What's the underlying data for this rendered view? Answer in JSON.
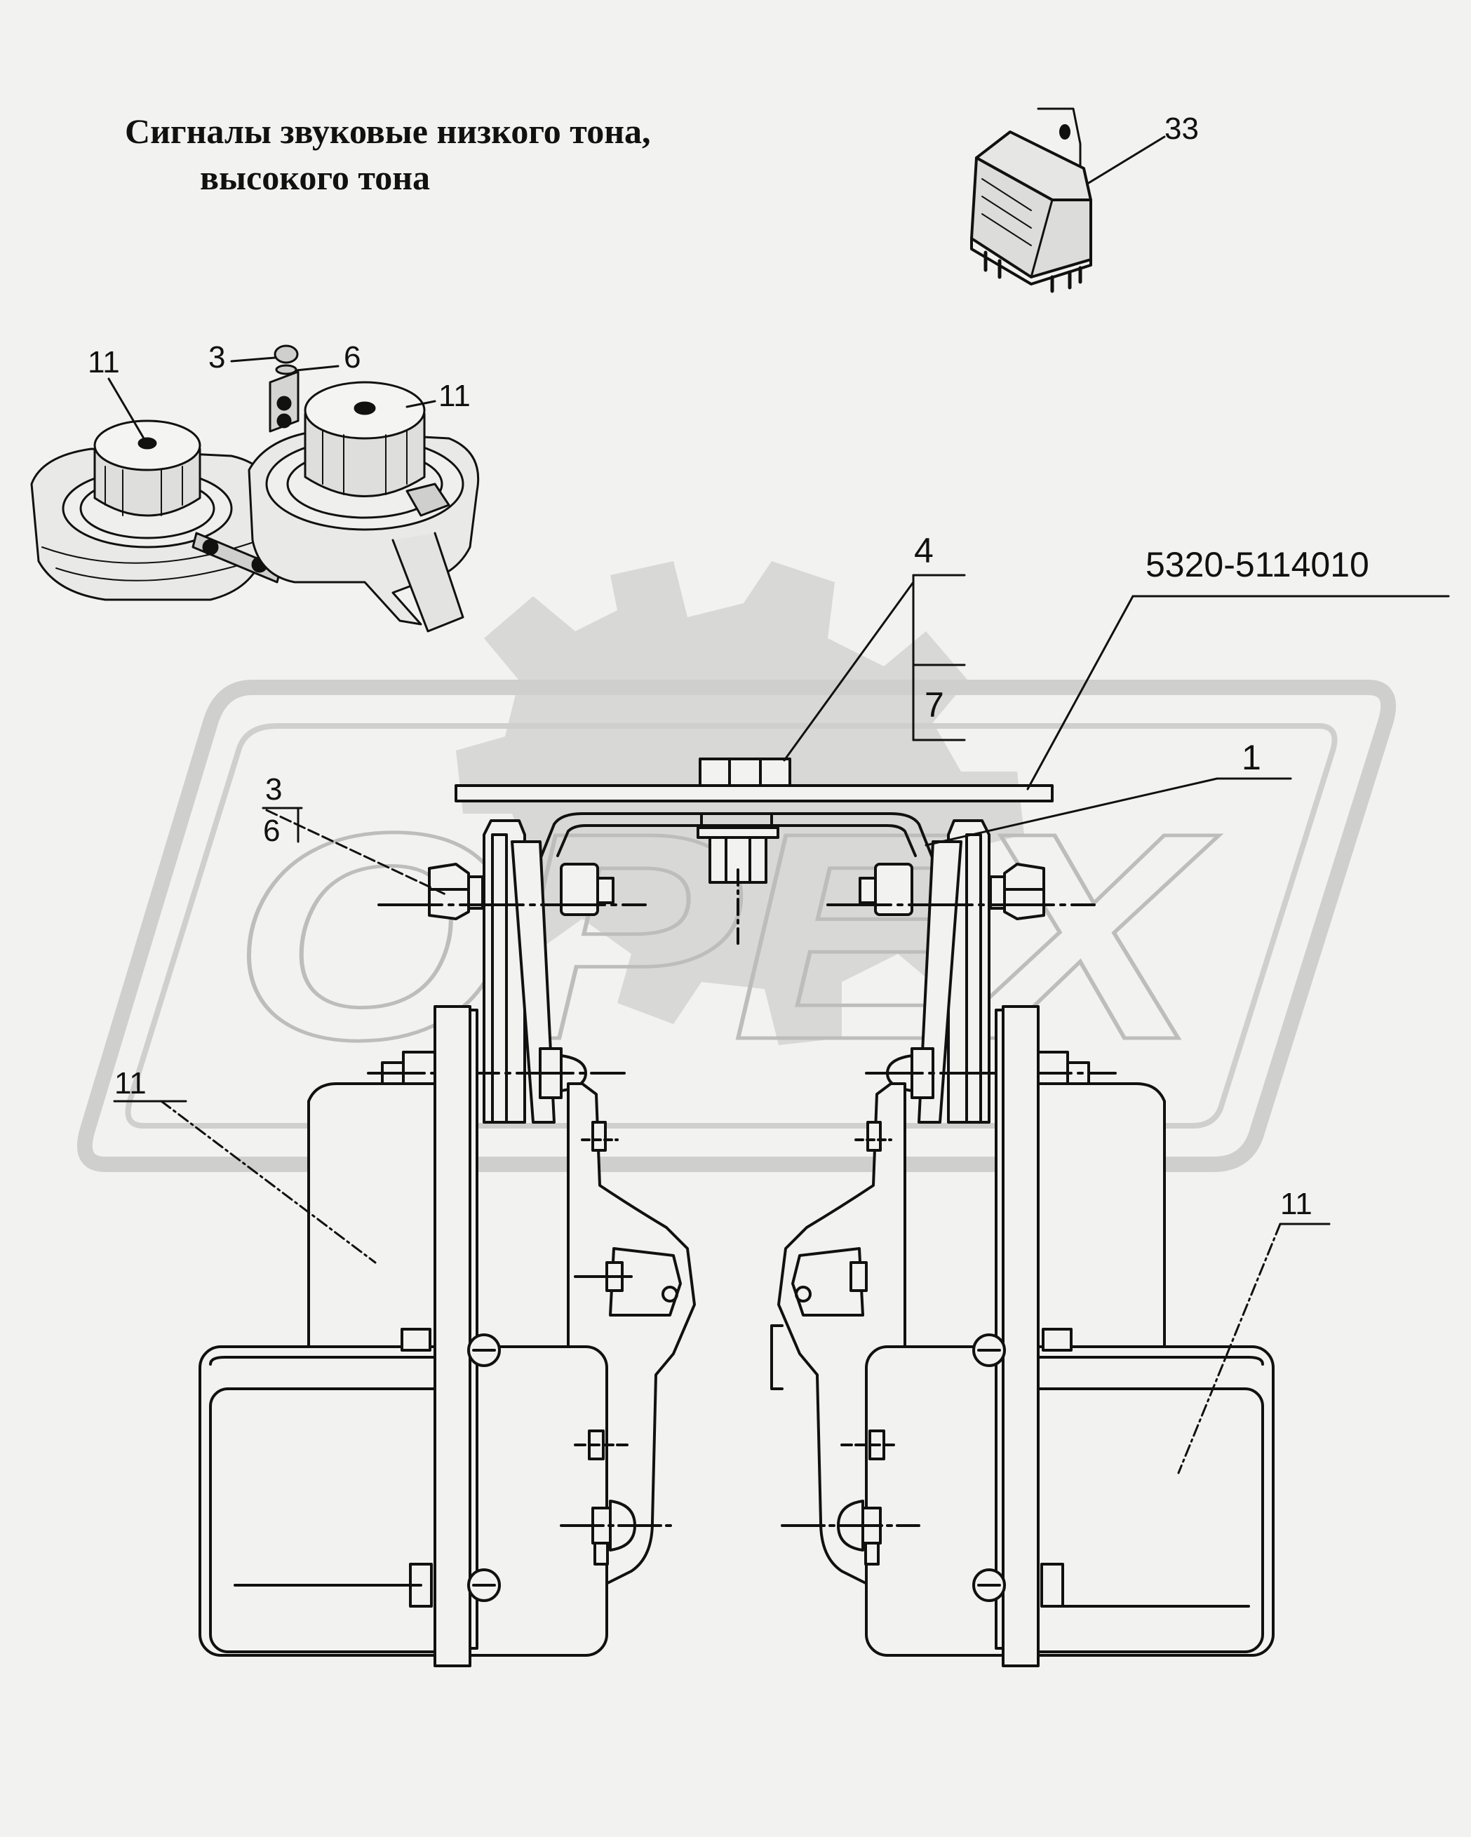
{
  "title": {
    "line1": "Сигналы звуковые низкого тона,",
    "line2": "высокого тона"
  },
  "watermark": {
    "text": "OPEX",
    "color": "#c9c9c9"
  },
  "callouts": {
    "relay": "33",
    "inset_left_horn": "11",
    "inset_right_horn": "11",
    "inset_nut": "3",
    "inset_washer": "6",
    "bolt": "4",
    "bolt_washer": "7",
    "bracket_assembly": "5320-5114010",
    "bracket": "1",
    "side_nut": "3",
    "side_washer": "6",
    "main_left_horn": "11",
    "main_right_horn": "11"
  },
  "colors": {
    "line": "#111111",
    "background": "#f2f2f1"
  }
}
